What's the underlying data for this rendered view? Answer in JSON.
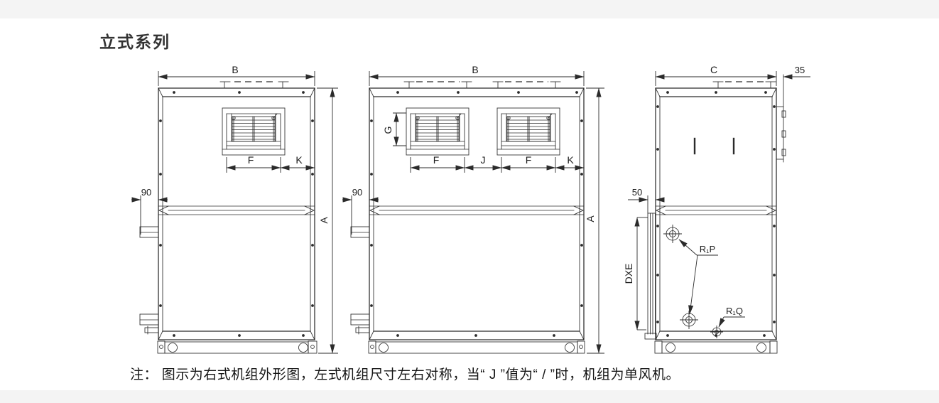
{
  "title": "立式系列",
  "note": "注： 图示为右式机组外形图，左式机组尺寸左右对称，当“ J ”值为“ / ”时，机组为单风机。",
  "colors": {
    "ink": "#2b2b2b",
    "background": "#ffffff"
  },
  "views": {
    "front_single_fan": {
      "dims": {
        "width": "B",
        "height": "A",
        "fan_opening_width": "F",
        "fan_side_offset": "K",
        "pipe_offset": "90"
      }
    },
    "front_double_fan": {
      "dims": {
        "width": "B",
        "height": "A",
        "grille_height": "G",
        "fan_opening_width_left": "F",
        "fan_gap": "J",
        "fan_opening_width_right": "F",
        "fan_side_offset": "K",
        "pipe_offset": "90"
      }
    },
    "side": {
      "dims": {
        "depth": "C",
        "flange_offset": "35",
        "coil_offset": "50",
        "coil_section_height": "DXE"
      },
      "connections": {
        "water_pipes": "R₁P",
        "drain_pipe": "R₁Q"
      }
    }
  }
}
